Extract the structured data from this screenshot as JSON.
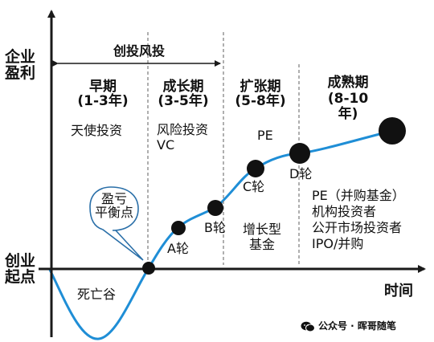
{
  "axes": {
    "y_label": "企业\n盈利",
    "y_origin_label": "创业\n起点",
    "x_label": "时间"
  },
  "vc_bracket": {
    "label": "创投风投"
  },
  "stages": [
    {
      "title": "早期\n(1-3年)",
      "desc": "天使投资"
    },
    {
      "title": "成长期\n(3-5年)",
      "desc": "风险投资\nVC"
    },
    {
      "title": "扩张期\n(5-8年)",
      "desc": "PE"
    },
    {
      "title": "成熟期\n(8-10\n年)",
      "desc": "PE（并购基金）\n机构投资者\n公开市场投资者\nIPO/并购"
    }
  ],
  "curve_labels": {
    "breakeven": "盈亏\n平衡点",
    "death_valley": "死亡谷",
    "growth_fund": "增长型\n基金"
  },
  "rounds": [
    "A轮",
    "B轮",
    "C轮",
    "D轮"
  ],
  "watermark": "公众号 · 晖哥随笔"
}
